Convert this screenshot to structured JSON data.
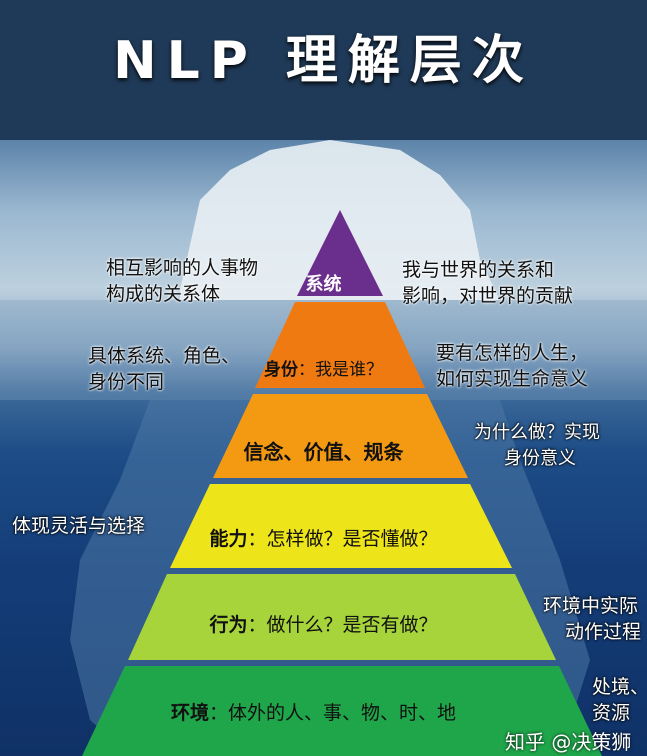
{
  "title": "NLP 理解层次",
  "levels": [
    {
      "label": "系统",
      "detail": "",
      "color": "#6a2e8c"
    },
    {
      "label": "身份",
      "detail": "：我是谁？",
      "color": "#f07a12"
    },
    {
      "label": "信念、价值、规条",
      "detail": "",
      "color": "#f39a12"
    },
    {
      "label": "能力",
      "detail": "：怎样做？是否懂做？",
      "color": "#eee41a"
    },
    {
      "label": "行为",
      "detail": "：做什么？是否有做？",
      "color": "#a6d43a"
    },
    {
      "label": "环境",
      "detail": "：体外的人、事、物、时、地",
      "color": "#1fa64a"
    }
  ],
  "left_notes": [
    {
      "line1": "相互影响的人事物",
      "line2": "构成的关系体"
    },
    {
      "line1": "具体系统、角色、",
      "line2": "身份不同"
    },
    {
      "line1": "体现灵活与选择",
      "line2": ""
    }
  ],
  "right_notes": [
    {
      "line1": "我与世界的关系和",
      "line2": "影响，对世界的贡献"
    },
    {
      "line1": "要有怎样的人生，",
      "line2": "如何实现生命意义"
    },
    {
      "line1": "为什么做？实现",
      "line2": "身份意义"
    },
    {
      "line1": "环境中实际",
      "line2": "动作过程"
    },
    {
      "line1": "处境、",
      "line2": "资源"
    }
  ],
  "watermark": "知乎 @决策狮"
}
